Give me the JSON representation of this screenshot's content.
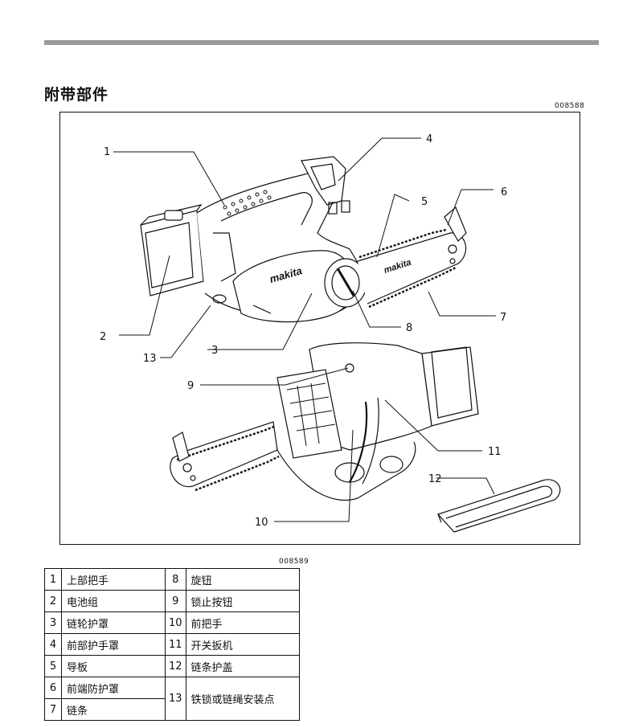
{
  "section": {
    "title": "附带部件"
  },
  "figure": {
    "code_top": "008588",
    "code_bottom": "008589"
  },
  "callouts": [
    "1",
    "2",
    "3",
    "4",
    "5",
    "6",
    "7",
    "8",
    "9",
    "10",
    "11",
    "12",
    "13"
  ],
  "brand": {
    "logo_text": "makita"
  },
  "parts": [
    {
      "left_num": "1",
      "left_name": "上部把手",
      "right_num": "8",
      "right_name": "旋钮"
    },
    {
      "left_num": "2",
      "left_name": "电池组",
      "right_num": "9",
      "right_name": "锁止按钮"
    },
    {
      "left_num": "3",
      "left_name": "链轮护罩",
      "right_num": "10",
      "right_name": "前把手"
    },
    {
      "left_num": "4",
      "left_name": "前部护手罩",
      "right_num": "11",
      "right_name": "开关扳机"
    },
    {
      "left_num": "5",
      "left_name": "导板",
      "right_num": "12",
      "right_name": "链条护盖"
    },
    {
      "left_num": "6",
      "left_name": "前端防护罩",
      "right_num": "13",
      "right_name": "铁锁或链绳安装点"
    },
    {
      "left_num": "7",
      "left_name": "链条"
    }
  ]
}
